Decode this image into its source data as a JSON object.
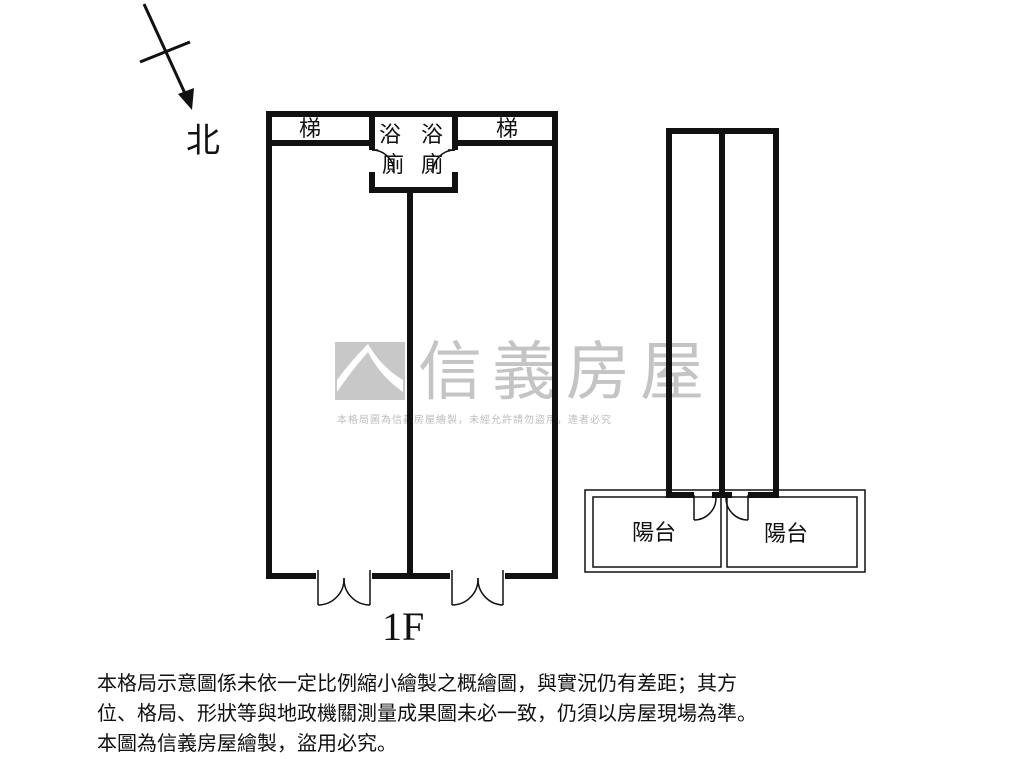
{
  "floorplan": {
    "north": "北",
    "floor": "1F",
    "rooms": {
      "stair_left": "梯",
      "stair_right": "梯",
      "bath_left_1": "浴",
      "bath_left_2": "廁",
      "bath_right_1": "浴",
      "bath_right_2": "廁",
      "balcony_left": "陽台",
      "balcony_right": "陽台"
    }
  },
  "watermark": {
    "brand": "信義房屋",
    "notice": "本格局圖為信義房屋繪製，未經允許請勿盜用，違者必究"
  },
  "disclaimer": {
    "line1": "本格局示意圖係未依一定比例縮小繪製之概繪圖，與實況仍有差距；其方",
    "line2": "位、格局、形狀等與地政機關測量成果圖未必一致，仍須以房屋現場為準。",
    "line3": "本圖為信義房屋繪製，盜用必究。"
  }
}
